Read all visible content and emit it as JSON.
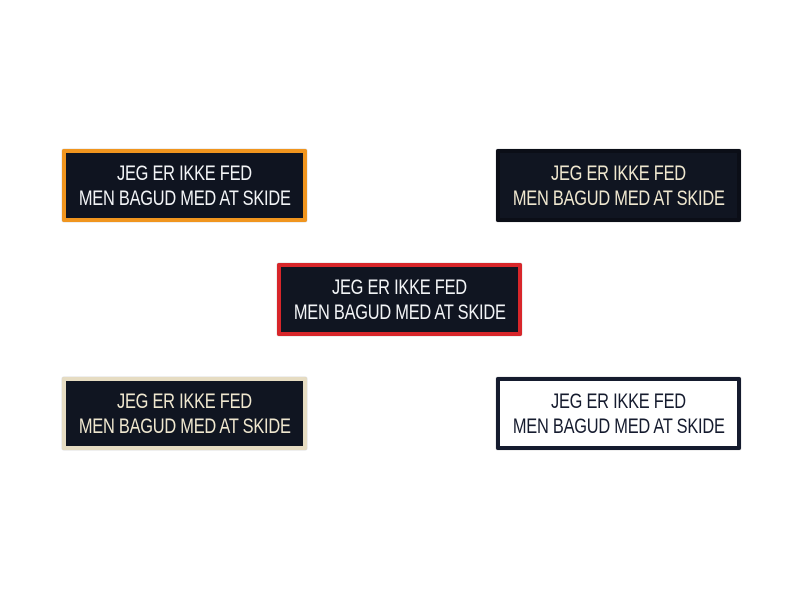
{
  "patch_text": {
    "line1": "JEG ER IKKE FED",
    "line2": "MEN BAGUD MED AT SKIDE"
  },
  "variants": [
    {
      "name": "orange-border",
      "border": "#f0951e",
      "background": "#0f1420",
      "text": "#f2f4f6"
    },
    {
      "name": "black-border",
      "border": "#0b0e17",
      "background": "#101521",
      "text": "#efe7cf"
    },
    {
      "name": "red-border",
      "border": "#d8262a",
      "background": "#101521",
      "text": "#f2f4f6"
    },
    {
      "name": "cream-border",
      "border": "#e6dcc2",
      "background": "#101521",
      "text": "#efe7cf"
    },
    {
      "name": "white-patch-navy-border",
      "border": "#151b2e",
      "background": "#ffffff",
      "text": "#151b2e"
    }
  ]
}
